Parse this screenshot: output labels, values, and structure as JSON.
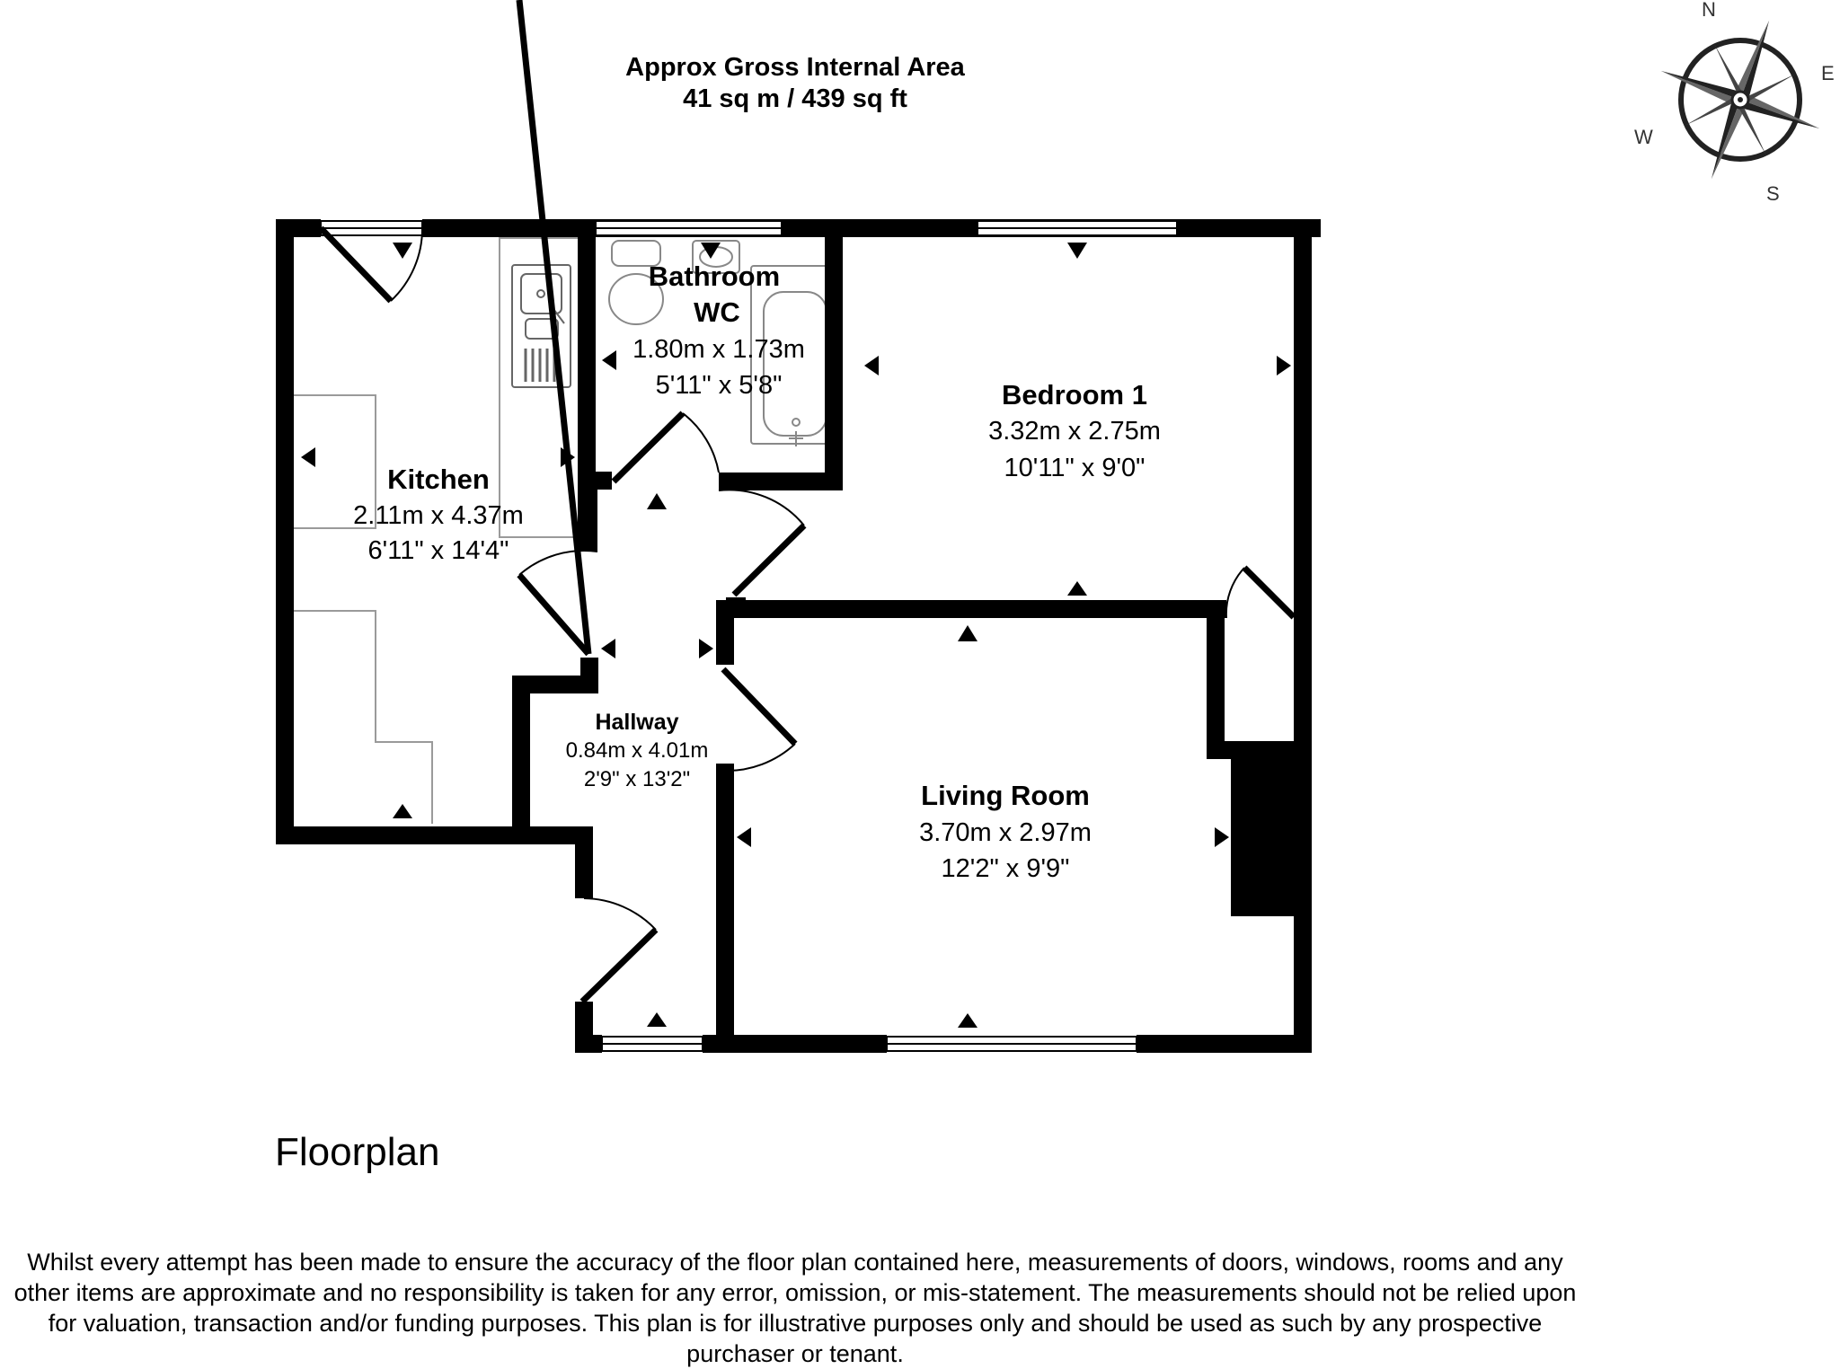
{
  "area": {
    "line1": "Approx Gross Internal Area",
    "line2": "41 sq m / 439 sq ft"
  },
  "compass": {
    "north": "N",
    "east": "E",
    "south": "S",
    "west": "W"
  },
  "rooms": {
    "kitchen": {
      "name": "Kitchen",
      "metric": "2.11m x 4.37m",
      "imperial": "6'11\" x 14'4\""
    },
    "bathroom": {
      "name_line1": "Bathroom",
      "name_line2": "WC",
      "metric": "1.80m x 1.73m",
      "imperial": "5'11\" x 5'8\""
    },
    "bedroom1": {
      "name": "Bedroom 1",
      "metric": "3.32m x 2.75m",
      "imperial": "10'11\" x 9'0\""
    },
    "hallway": {
      "name": "Hallway",
      "metric": "0.84m x 4.01m",
      "imperial": "2'9\" x 13'2\""
    },
    "living_room": {
      "name": "Living Room",
      "metric": "3.70m x 2.97m",
      "imperial": "12'2\" x 9'9\""
    }
  },
  "plan_label": "Floorplan",
  "disclaimer": "Whilst every attempt has been made to ensure the accuracy of the floor plan contained here, measurements of doors, windows, rooms and any other items are approximate and no responsibility is taken for any error, omission, or mis-statement. The measurements should not be relied upon for valuation, transaction and/or funding purposes. This plan is for illustrative purposes only and should be used as such by any prospective purchaser or tenant.",
  "colors": {
    "wall": "#000000",
    "fixture": "#9a9a9a",
    "background": "#ffffff"
  }
}
